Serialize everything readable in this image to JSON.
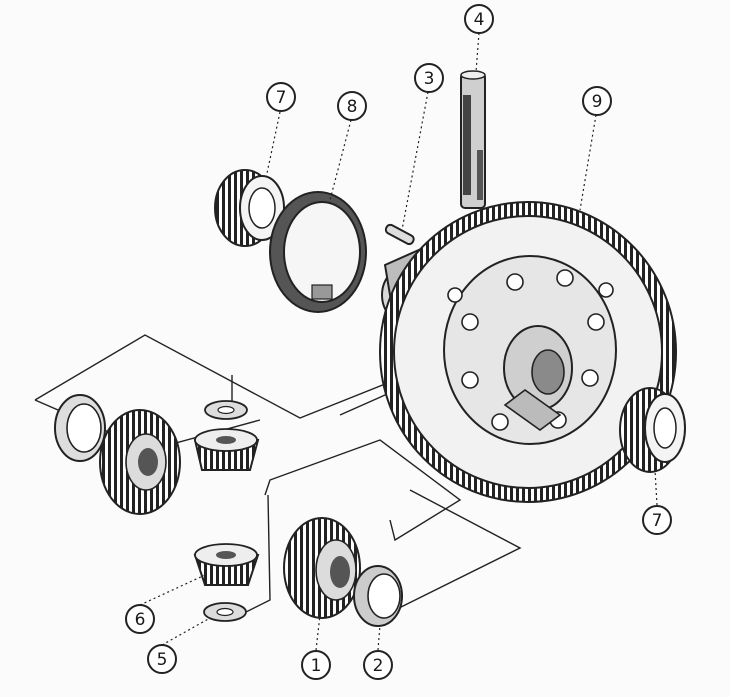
{
  "diagram": {
    "type": "exploded parts diagram",
    "colors": {
      "ink": "#1a1a1a",
      "paper": "#fbfbfb",
      "shade": "#7a7a7a"
    },
    "callouts": [
      {
        "id": "c1",
        "label": "1"
      },
      {
        "id": "c2",
        "label": "2"
      },
      {
        "id": "c3",
        "label": "3"
      },
      {
        "id": "c4",
        "label": "4"
      },
      {
        "id": "c5",
        "label": "5"
      },
      {
        "id": "c6",
        "label": "6"
      },
      {
        "id": "c7a",
        "label": "7"
      },
      {
        "id": "c7b",
        "label": "7"
      },
      {
        "id": "c8",
        "label": "8"
      },
      {
        "id": "c9",
        "label": "9"
      }
    ]
  }
}
